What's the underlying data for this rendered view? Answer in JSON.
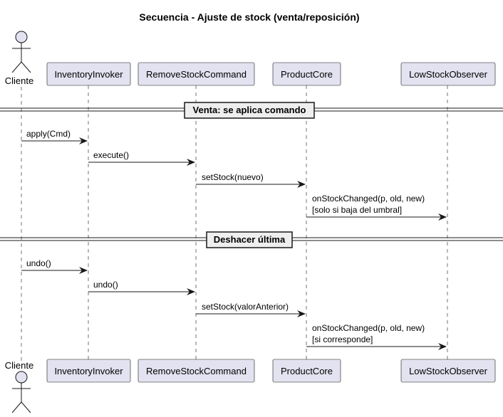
{
  "title": "Secuencia - Ajuste de stock (venta/reposición)",
  "participants": [
    {
      "id": "cliente",
      "label": "Cliente",
      "kind": "actor"
    },
    {
      "id": "invoker",
      "label": "InventoryInvoker",
      "kind": "participant"
    },
    {
      "id": "command",
      "label": "RemoveStockCommand",
      "kind": "participant"
    },
    {
      "id": "core",
      "label": "ProductCore",
      "kind": "participant"
    },
    {
      "id": "observer",
      "label": "LowStockObserver",
      "kind": "participant"
    }
  ],
  "dividers": [
    {
      "label": "Venta: se aplica comando"
    },
    {
      "label": "Deshacer última"
    }
  ],
  "messages": [
    {
      "from": "Cliente",
      "to": "InventoryInvoker",
      "lines": [
        "apply(Cmd)"
      ]
    },
    {
      "from": "InventoryInvoker",
      "to": "RemoveStockCommand",
      "lines": [
        "execute()"
      ]
    },
    {
      "from": "RemoveStockCommand",
      "to": "ProductCore",
      "lines": [
        "setStock(nuevo)"
      ]
    },
    {
      "from": "ProductCore",
      "to": "LowStockObserver",
      "lines": [
        "onStockChanged(p, old, new)",
        "[solo si baja del umbral]"
      ]
    },
    {
      "from": "Cliente",
      "to": "InventoryInvoker",
      "lines": [
        "undo()"
      ]
    },
    {
      "from": "InventoryInvoker",
      "to": "RemoveStockCommand",
      "lines": [
        "undo()"
      ]
    },
    {
      "from": "RemoveStockCommand",
      "to": "ProductCore",
      "lines": [
        "setStock(valorAnterior)"
      ]
    },
    {
      "from": "ProductCore",
      "to": "LowStockObserver",
      "lines": [
        "onStockChanged(p, old, new)",
        "[si corresponde]"
      ]
    }
  ]
}
